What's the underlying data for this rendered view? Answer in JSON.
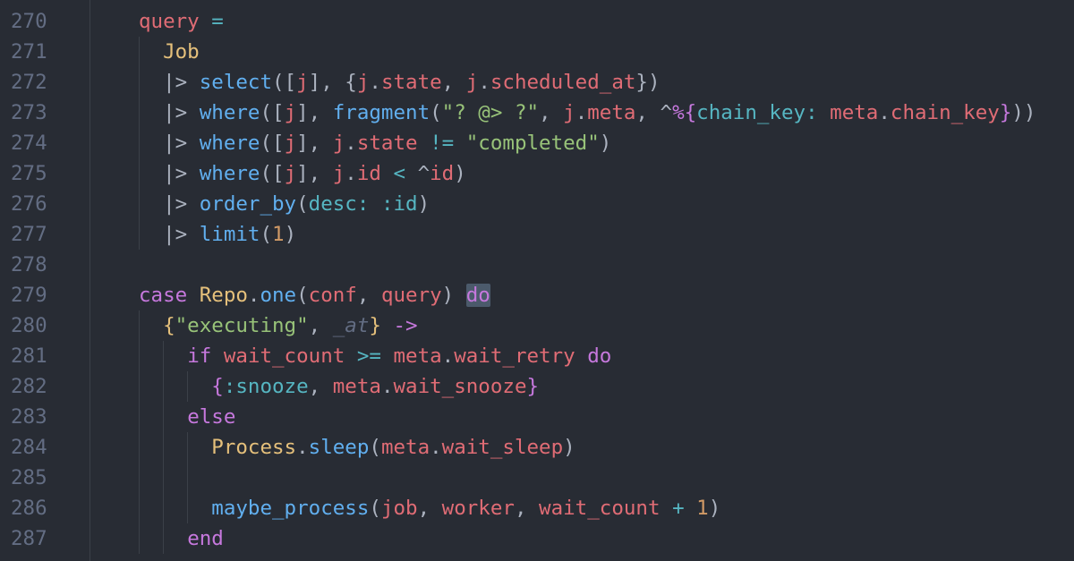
{
  "editor": {
    "colors": {
      "background": "#282c34",
      "line_number": "#636d83",
      "keyword": "#c678dd",
      "variable": "#e06c75",
      "module": "#e5c07b",
      "function": "#61afef",
      "string": "#98c379",
      "operator": "#56b6c2",
      "plain": "#abb2bf",
      "number": "#d19a66",
      "match_highlight": "#4b5a6b"
    },
    "lines": [
      {
        "number": "270",
        "indent": 2,
        "tokens": [
          {
            "t": "query",
            "c": "variable"
          },
          {
            "t": " ",
            "c": "plain"
          },
          {
            "t": "=",
            "c": "operator"
          }
        ]
      },
      {
        "number": "271",
        "indent": 3,
        "tokens": [
          {
            "t": "Job",
            "c": "module"
          }
        ]
      },
      {
        "number": "272",
        "indent": 3,
        "tokens": [
          {
            "t": "|>",
            "c": "plain"
          },
          {
            "t": " ",
            "c": "plain"
          },
          {
            "t": "select",
            "c": "function"
          },
          {
            "t": "([",
            "c": "plain"
          },
          {
            "t": "j",
            "c": "variable"
          },
          {
            "t": "], {",
            "c": "plain"
          },
          {
            "t": "j",
            "c": "variable"
          },
          {
            "t": ".",
            "c": "plain"
          },
          {
            "t": "state",
            "c": "variable"
          },
          {
            "t": ", ",
            "c": "plain"
          },
          {
            "t": "j",
            "c": "variable"
          },
          {
            "t": ".",
            "c": "plain"
          },
          {
            "t": "scheduled_at",
            "c": "variable"
          },
          {
            "t": "})",
            "c": "plain"
          }
        ]
      },
      {
        "number": "273",
        "indent": 3,
        "tokens": [
          {
            "t": "|>",
            "c": "plain"
          },
          {
            "t": " ",
            "c": "plain"
          },
          {
            "t": "where",
            "c": "function"
          },
          {
            "t": "([",
            "c": "plain"
          },
          {
            "t": "j",
            "c": "variable"
          },
          {
            "t": "], ",
            "c": "plain"
          },
          {
            "t": "fragment",
            "c": "function"
          },
          {
            "t": "(",
            "c": "plain"
          },
          {
            "t": "\"? @> ?\"",
            "c": "string"
          },
          {
            "t": ", ",
            "c": "plain"
          },
          {
            "t": "j",
            "c": "variable"
          },
          {
            "t": ".",
            "c": "plain"
          },
          {
            "t": "meta",
            "c": "variable"
          },
          {
            "t": ", ",
            "c": "plain"
          },
          {
            "t": "^",
            "c": "plain"
          },
          {
            "t": "%{",
            "c": "keyword"
          },
          {
            "t": "chain_key:",
            "c": "operator"
          },
          {
            "t": " ",
            "c": "plain"
          },
          {
            "t": "meta",
            "c": "variable"
          },
          {
            "t": ".",
            "c": "plain"
          },
          {
            "t": "chain_key",
            "c": "variable"
          },
          {
            "t": "}",
            "c": "keyword"
          },
          {
            "t": "))",
            "c": "plain"
          }
        ]
      },
      {
        "number": "274",
        "indent": 3,
        "tokens": [
          {
            "t": "|>",
            "c": "plain"
          },
          {
            "t": " ",
            "c": "plain"
          },
          {
            "t": "where",
            "c": "function"
          },
          {
            "t": "([",
            "c": "plain"
          },
          {
            "t": "j",
            "c": "variable"
          },
          {
            "t": "], ",
            "c": "plain"
          },
          {
            "t": "j",
            "c": "variable"
          },
          {
            "t": ".",
            "c": "plain"
          },
          {
            "t": "state",
            "c": "variable"
          },
          {
            "t": " ",
            "c": "plain"
          },
          {
            "t": "!=",
            "c": "operator"
          },
          {
            "t": " ",
            "c": "plain"
          },
          {
            "t": "\"completed\"",
            "c": "string"
          },
          {
            "t": ")",
            "c": "plain"
          }
        ]
      },
      {
        "number": "275",
        "indent": 3,
        "tokens": [
          {
            "t": "|>",
            "c": "plain"
          },
          {
            "t": " ",
            "c": "plain"
          },
          {
            "t": "where",
            "c": "function"
          },
          {
            "t": "([",
            "c": "plain"
          },
          {
            "t": "j",
            "c": "variable"
          },
          {
            "t": "], ",
            "c": "plain"
          },
          {
            "t": "j",
            "c": "variable"
          },
          {
            "t": ".",
            "c": "plain"
          },
          {
            "t": "id",
            "c": "variable"
          },
          {
            "t": " ",
            "c": "plain"
          },
          {
            "t": "<",
            "c": "operator"
          },
          {
            "t": " ",
            "c": "plain"
          },
          {
            "t": "^",
            "c": "plain"
          },
          {
            "t": "id",
            "c": "variable"
          },
          {
            "t": ")",
            "c": "plain"
          }
        ]
      },
      {
        "number": "276",
        "indent": 3,
        "tokens": [
          {
            "t": "|>",
            "c": "plain"
          },
          {
            "t": " ",
            "c": "plain"
          },
          {
            "t": "order_by",
            "c": "function"
          },
          {
            "t": "(",
            "c": "plain"
          },
          {
            "t": "desc:",
            "c": "operator"
          },
          {
            "t": " ",
            "c": "plain"
          },
          {
            "t": ":id",
            "c": "operator"
          },
          {
            "t": ")",
            "c": "plain"
          }
        ]
      },
      {
        "number": "277",
        "indent": 3,
        "tokens": [
          {
            "t": "|>",
            "c": "plain"
          },
          {
            "t": " ",
            "c": "plain"
          },
          {
            "t": "limit",
            "c": "function"
          },
          {
            "t": "(",
            "c": "plain"
          },
          {
            "t": "1",
            "c": "number"
          },
          {
            "t": ")",
            "c": "plain"
          }
        ]
      },
      {
        "number": "278",
        "indent": 2,
        "tokens": []
      },
      {
        "number": "279",
        "indent": 2,
        "tokens": [
          {
            "t": "case",
            "c": "keyword"
          },
          {
            "t": " ",
            "c": "plain"
          },
          {
            "t": "Repo",
            "c": "module"
          },
          {
            "t": ".",
            "c": "plain"
          },
          {
            "t": "one",
            "c": "function"
          },
          {
            "t": "(",
            "c": "plain"
          },
          {
            "t": "conf",
            "c": "variable"
          },
          {
            "t": ", ",
            "c": "plain"
          },
          {
            "t": "query",
            "c": "variable"
          },
          {
            "t": ") ",
            "c": "plain"
          },
          {
            "t": "do",
            "c": "keyword",
            "hl": true
          }
        ]
      },
      {
        "number": "280",
        "indent": 3,
        "tokens": [
          {
            "t": "{",
            "c": "module"
          },
          {
            "t": "\"executing\"",
            "c": "string"
          },
          {
            "t": ", ",
            "c": "plain"
          },
          {
            "t": "_at",
            "c": "line_number",
            "italic": true
          },
          {
            "t": "}",
            "c": "module"
          },
          {
            "t": " ",
            "c": "plain"
          },
          {
            "t": "->",
            "c": "keyword"
          }
        ]
      },
      {
        "number": "281",
        "indent": 4,
        "tokens": [
          {
            "t": "if",
            "c": "keyword"
          },
          {
            "t": " ",
            "c": "plain"
          },
          {
            "t": "wait_count",
            "c": "variable"
          },
          {
            "t": " ",
            "c": "plain"
          },
          {
            "t": ">=",
            "c": "operator"
          },
          {
            "t": " ",
            "c": "plain"
          },
          {
            "t": "meta",
            "c": "variable"
          },
          {
            "t": ".",
            "c": "plain"
          },
          {
            "t": "wait_retry",
            "c": "variable"
          },
          {
            "t": " ",
            "c": "plain"
          },
          {
            "t": "do",
            "c": "keyword"
          }
        ]
      },
      {
        "number": "282",
        "indent": 5,
        "tokens": [
          {
            "t": "{",
            "c": "keyword"
          },
          {
            "t": ":snooze",
            "c": "operator"
          },
          {
            "t": ", ",
            "c": "plain"
          },
          {
            "t": "meta",
            "c": "variable"
          },
          {
            "t": ".",
            "c": "plain"
          },
          {
            "t": "wait_snooze",
            "c": "variable"
          },
          {
            "t": "}",
            "c": "keyword"
          }
        ]
      },
      {
        "number": "283",
        "indent": 4,
        "tokens": [
          {
            "t": "else",
            "c": "keyword"
          }
        ]
      },
      {
        "number": "284",
        "indent": 5,
        "tokens": [
          {
            "t": "Process",
            "c": "module"
          },
          {
            "t": ".",
            "c": "plain"
          },
          {
            "t": "sleep",
            "c": "function"
          },
          {
            "t": "(",
            "c": "plain"
          },
          {
            "t": "meta",
            "c": "variable"
          },
          {
            "t": ".",
            "c": "plain"
          },
          {
            "t": "wait_sleep",
            "c": "variable"
          },
          {
            "t": ")",
            "c": "plain"
          }
        ]
      },
      {
        "number": "285",
        "indent": 5,
        "tokens": []
      },
      {
        "number": "286",
        "indent": 5,
        "tokens": [
          {
            "t": "maybe_process",
            "c": "function"
          },
          {
            "t": "(",
            "c": "plain"
          },
          {
            "t": "job",
            "c": "variable"
          },
          {
            "t": ", ",
            "c": "plain"
          },
          {
            "t": "worker",
            "c": "variable"
          },
          {
            "t": ", ",
            "c": "plain"
          },
          {
            "t": "wait_count",
            "c": "variable"
          },
          {
            "t": " ",
            "c": "plain"
          },
          {
            "t": "+",
            "c": "operator"
          },
          {
            "t": " ",
            "c": "plain"
          },
          {
            "t": "1",
            "c": "number"
          },
          {
            "t": ")",
            "c": "plain"
          }
        ]
      },
      {
        "number": "287",
        "indent": 4,
        "tokens": [
          {
            "t": "end",
            "c": "keyword"
          }
        ]
      }
    ]
  }
}
